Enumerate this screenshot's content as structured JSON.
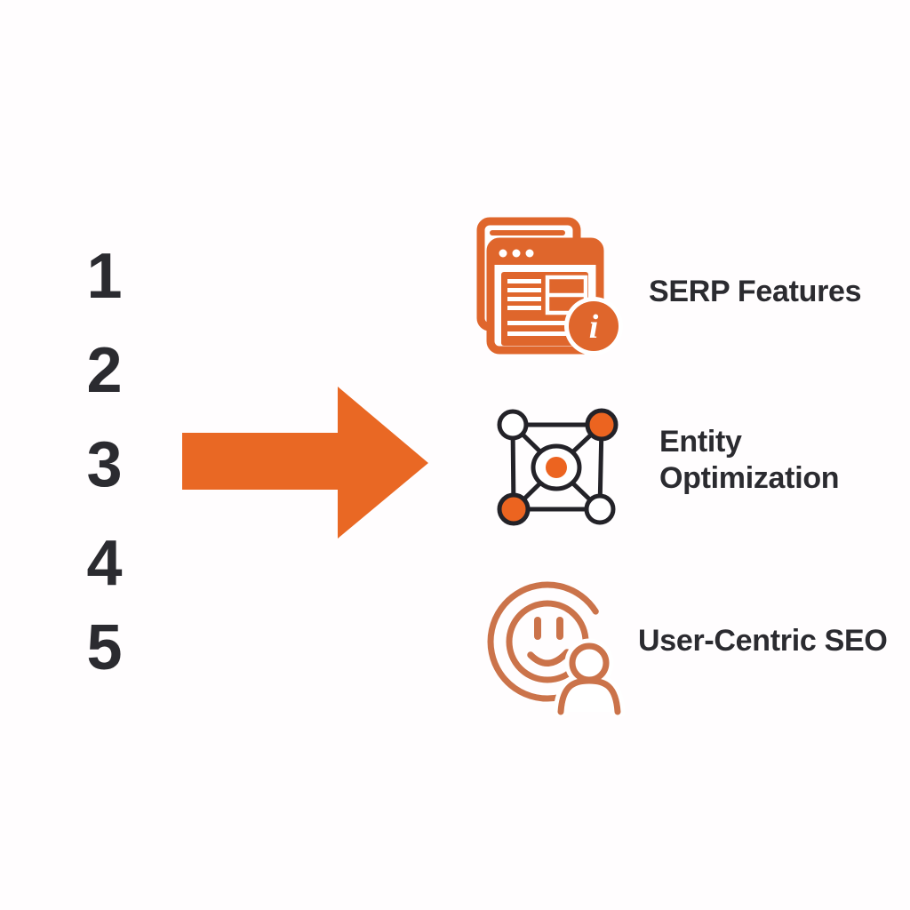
{
  "page": {
    "background": "#fffdfe",
    "type": "infographic"
  },
  "palette": {
    "accent_orange": "#E96824",
    "icon_orange": "#DF662C",
    "entity_node_orange": "#EC6420",
    "muted_orange": "#CB734A",
    "ink": "#2B2B30",
    "white": "#FFFFFF"
  },
  "step_list": {
    "numbers": [
      "1",
      "2",
      "3",
      "4",
      "5"
    ]
  },
  "arrow": {
    "direction": "right",
    "color": "#E96824"
  },
  "features": [
    {
      "label": "SERP Features",
      "icon": "serp-features-icon"
    },
    {
      "label": "Entity Optimization",
      "icon": "entity-optimization-icon"
    },
    {
      "label": "User-Centric SEO",
      "icon": "user-centric-seo-icon"
    }
  ],
  "icon_glyphs": {
    "serp": "overlapping-browser-windows-with-info-badge",
    "info_badge_letter": "i",
    "entity": "network-graph-square-with-center-node",
    "user": "smiley-face-in-circle-with-person"
  }
}
